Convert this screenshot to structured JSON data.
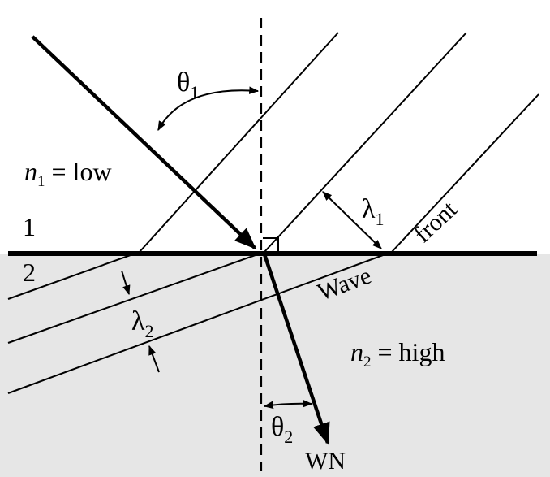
{
  "colors": {
    "line": "#000000",
    "medium_1": "#ffffff",
    "medium_2": "#e6e6e6"
  },
  "labels": {
    "theta1": "θ",
    "theta1_sub": "1",
    "theta2": "θ",
    "theta2_sub": "2",
    "lambda1": "λ",
    "lambda1_sub": "1",
    "lambda2": "λ",
    "lambda2_sub": "2",
    "n1_italic": "n",
    "n1_sub": "1",
    "n1_rest": " = low",
    "n2_italic": "n",
    "n2_sub": "2",
    "n2_rest": " = high",
    "medium_1": "1",
    "medium_2": "2",
    "front": "front",
    "wave": "Wave",
    "wn": "WN"
  }
}
